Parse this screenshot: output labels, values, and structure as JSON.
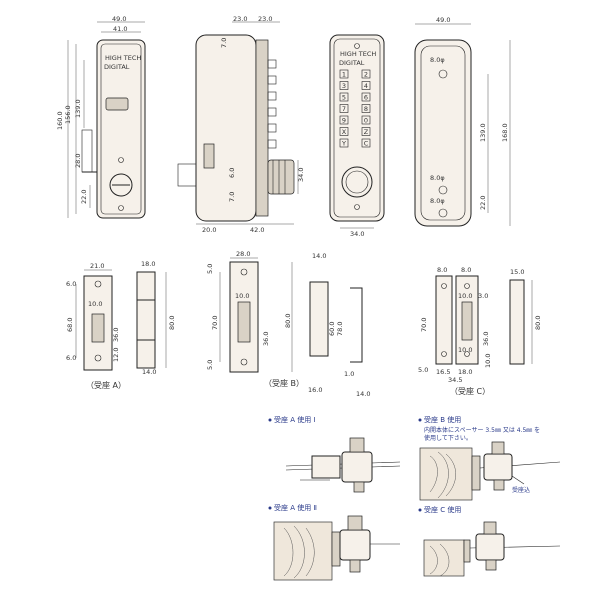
{
  "brand": {
    "lines": [
      "HIGH TECH",
      "DIGITAL"
    ],
    "logo": "nagasawa-logo"
  },
  "keypad": {
    "left": [
      "1",
      "3",
      "5",
      "7",
      "9",
      "X",
      "Y"
    ],
    "right": [
      "2",
      "4",
      "6",
      "8",
      "0",
      "Z",
      "C"
    ]
  },
  "dims": {
    "front_w49": "49.0",
    "front_w41": "41.0",
    "front_h160": "160.0",
    "front_h156": "156.0",
    "front_h139": "139.0",
    "front_28": "28.0",
    "front_22": "22.0",
    "side_23a": "23.0",
    "side_23b": "23.0",
    "side_7a": "7.0",
    "side_6": "6.0",
    "side_34": "34.0",
    "side_7b": "7.0",
    "side_20": "20.0",
    "side_42": "42.0",
    "keypad_34": "34.0",
    "back_w49": "49.0",
    "back_hole1": "8.0φ",
    "back_139": "139.0",
    "back_168": "168.0",
    "back_hole2": "8.0φ",
    "back_22": "22.0",
    "back_hole3": "8.0φ",
    "a_21": "21.0",
    "a_18": "18.0",
    "a_6top": "6.0",
    "a_10": "10.0",
    "a_68": "68.0",
    "a_36": "36.0",
    "a_12": "12.0",
    "a_80": "80.0",
    "a_6bot": "6.0",
    "a_14": "14.0",
    "b_28": "28.0",
    "b_14": "14.0",
    "b_5top": "5.0",
    "b_10": "10.0",
    "b_70": "70.0",
    "b_36": "36.0",
    "b_80": "80.0",
    "b_60": "60.0",
    "b_78": "78.0",
    "b_5bot": "5.0",
    "b_1": "1.0",
    "b_16": "16.0",
    "b_14side": "14.0",
    "c_8a": "8.0",
    "c_8b": "8.0",
    "c_15": "15.0",
    "c_10": "10.0",
    "c_3": "3.0",
    "c_70": "70.0",
    "c_36": "36.0",
    "c_80": "80.0",
    "c_5": "5.0",
    "c_10b": "10.0",
    "c_16_5": "16.5",
    "c_18": "18.0",
    "c_34_5": "34.5",
    "c_10c": "10.0"
  },
  "captions": {
    "a": "（受座 A）",
    "b": "（受座 B）",
    "c": "（受座 C）"
  },
  "usage": {
    "a1": "受座 A 使用 Ⅰ",
    "a2": "受座 A 使用 Ⅱ",
    "b": "受座 B 使用",
    "b_note1": "内開本体にスペーサー 3.5㎜ 又は 4.5㎜ を",
    "b_note2": "使用して下さい。",
    "b_label": "受座込",
    "c": "受座 C 使用"
  }
}
